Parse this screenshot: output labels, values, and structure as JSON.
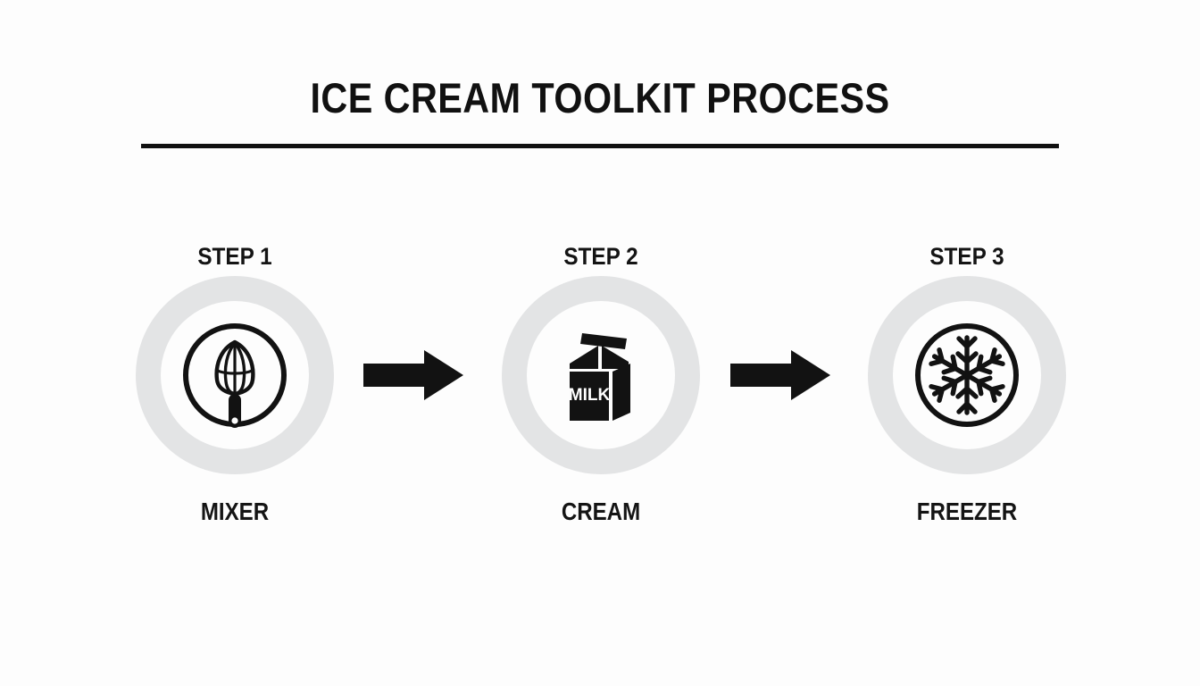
{
  "page": {
    "title": "ICE CREAM TOOLKIT PROCESS",
    "background_color": "#fdfdfd",
    "accent_color": "#111111",
    "ring_color": "#e3e4e5"
  },
  "steps": [
    {
      "step_label": "STEP 1",
      "name": "MIXER",
      "icon": "whisk-icon",
      "icon_text": ""
    },
    {
      "step_label": "STEP 2",
      "name": "CREAM",
      "icon": "milk-carton-icon",
      "icon_text": "MILK"
    },
    {
      "step_label": "STEP 3",
      "name": "FREEZER",
      "icon": "snowflake-icon",
      "icon_text": ""
    }
  ],
  "connectors": [
    {
      "name": "arrow-right-1",
      "direction": "right"
    },
    {
      "name": "arrow-right-2",
      "direction": "right"
    }
  ]
}
